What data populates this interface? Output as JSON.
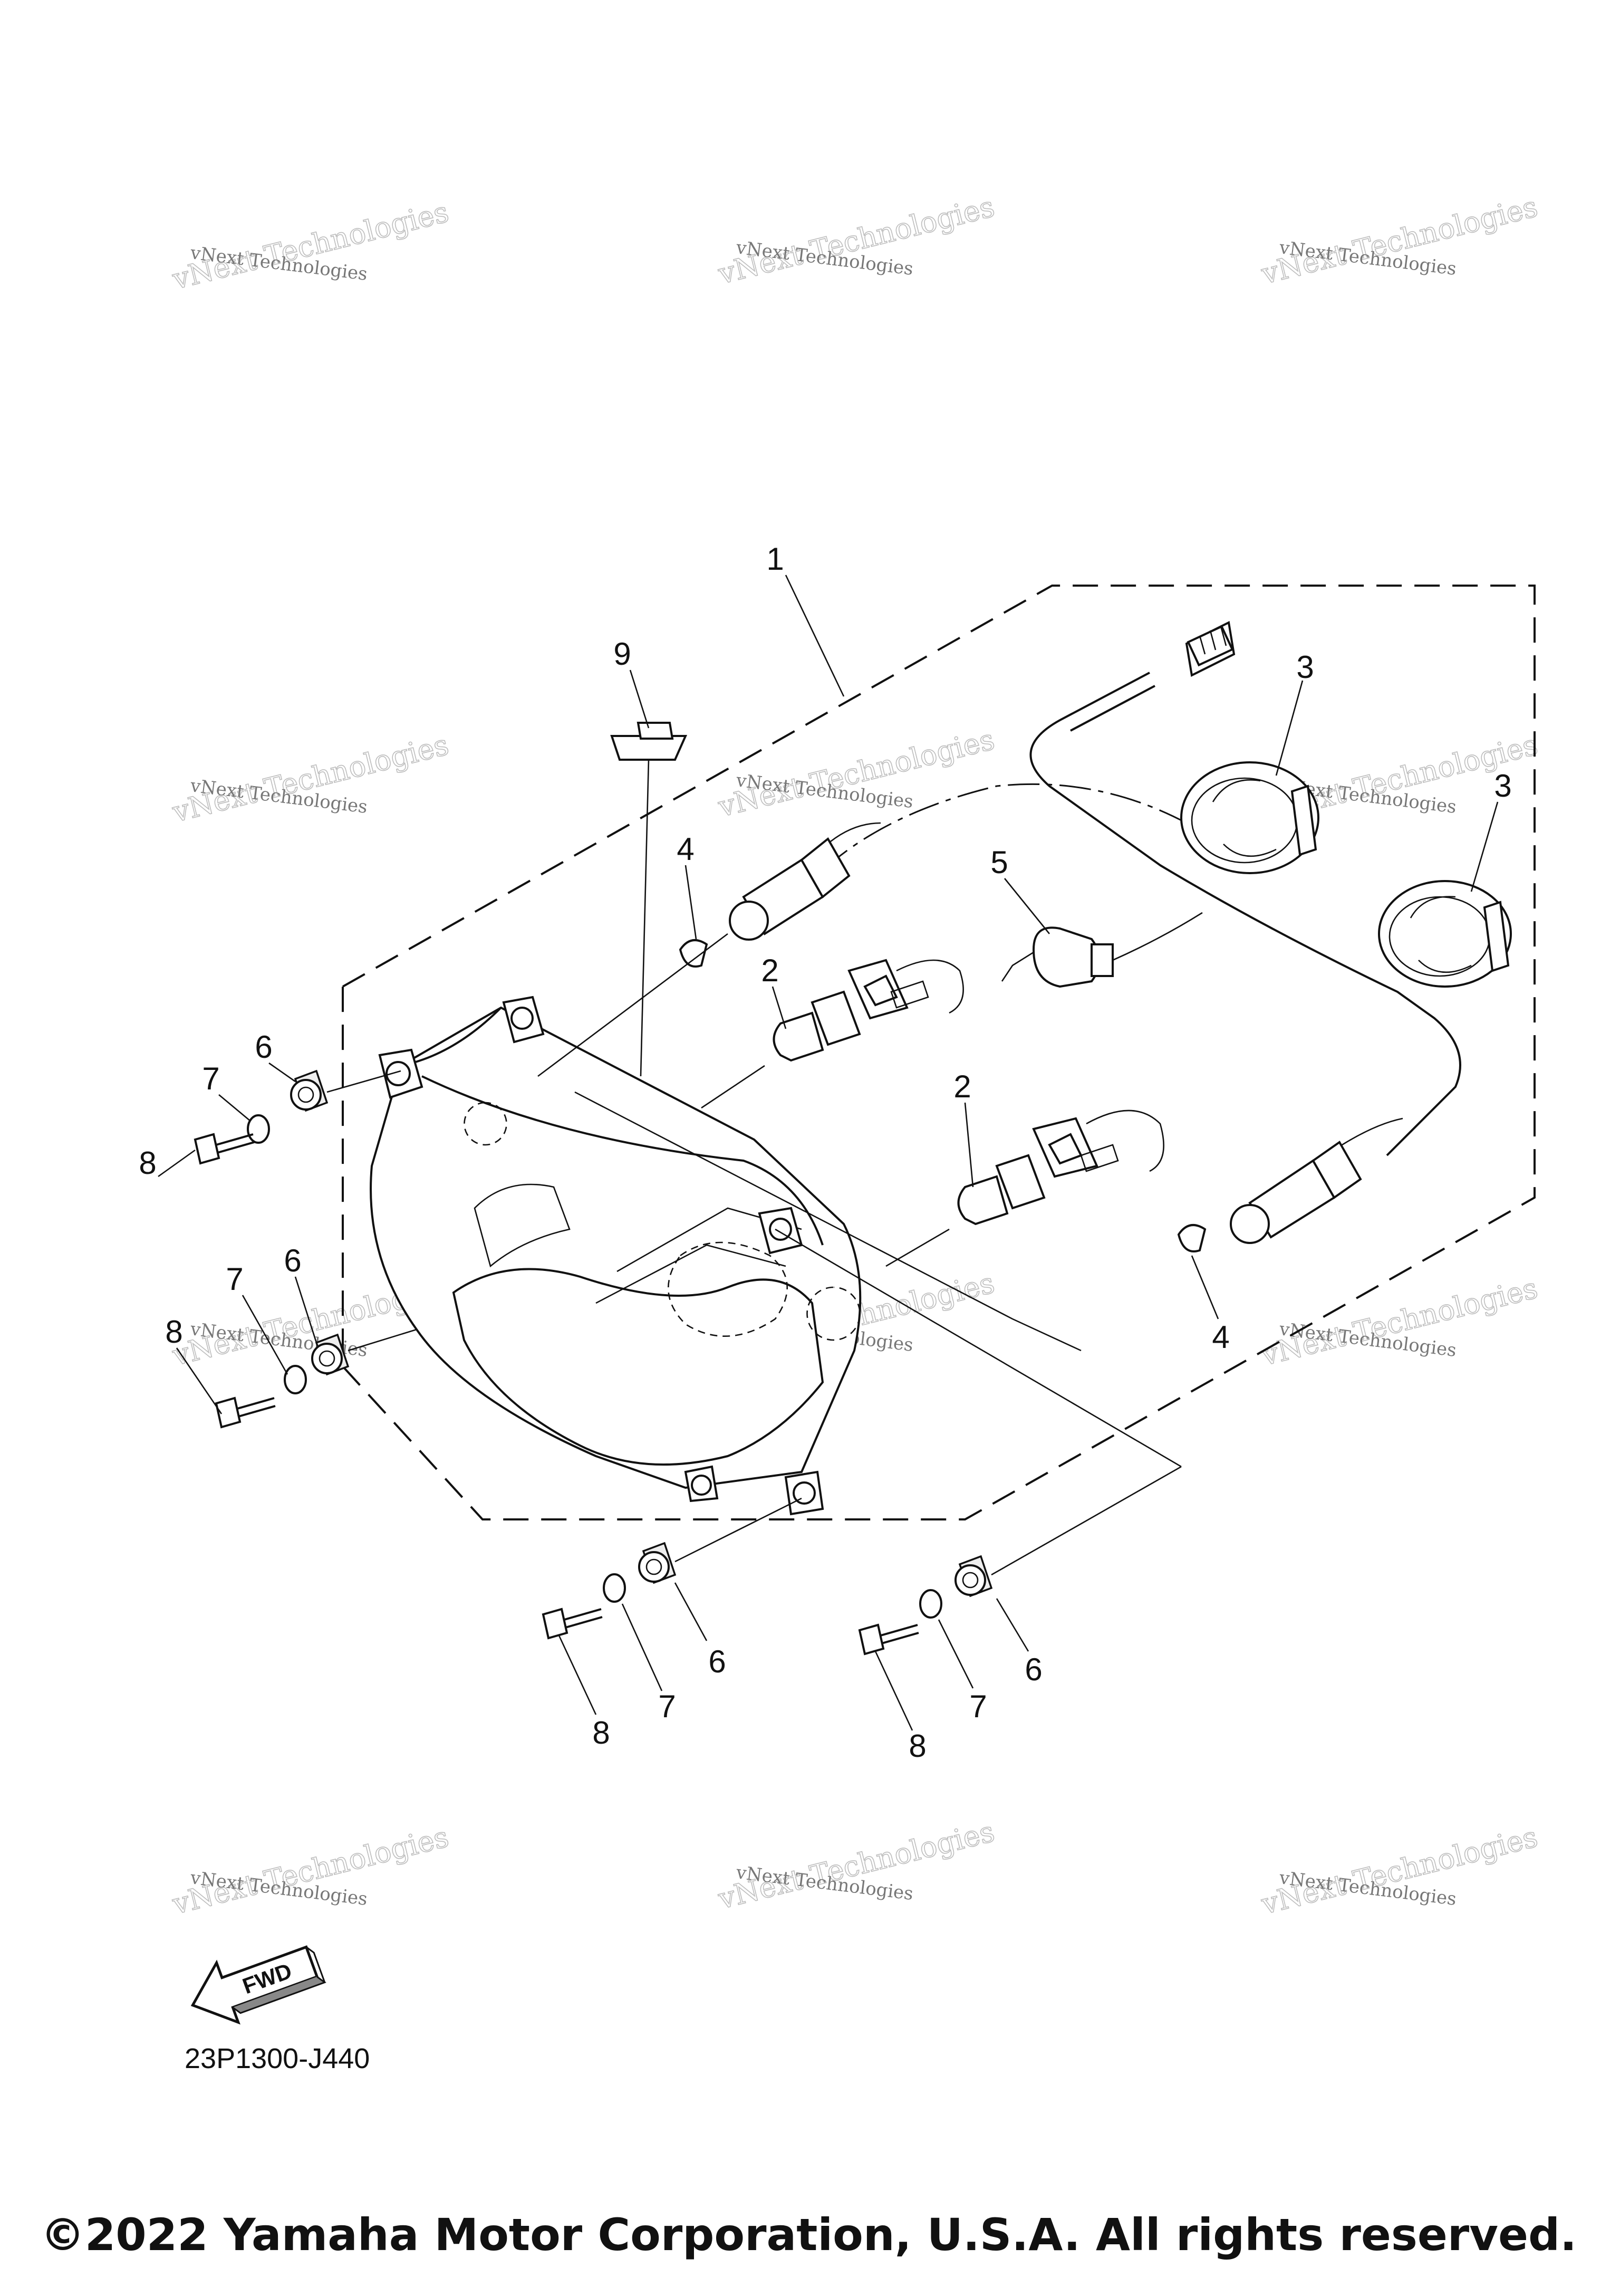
{
  "diagram": {
    "callouts": [
      {
        "label": "1"
      },
      {
        "label": "9"
      },
      {
        "label": "3"
      },
      {
        "label": "3"
      },
      {
        "label": "4"
      },
      {
        "label": "5"
      },
      {
        "label": "2"
      },
      {
        "label": "2"
      },
      {
        "label": "6"
      },
      {
        "label": "7"
      },
      {
        "label": "8"
      },
      {
        "label": "6"
      },
      {
        "label": "7"
      },
      {
        "label": "8"
      },
      {
        "label": "4"
      },
      {
        "label": "6"
      },
      {
        "label": "7"
      },
      {
        "label": "8"
      },
      {
        "label": "6"
      },
      {
        "label": "7"
      },
      {
        "label": "8"
      }
    ],
    "watermark": {
      "line1": "vNext Technologies",
      "line2": "vNext Technologies"
    },
    "fwd_label": "FWD",
    "part_code": "23P1300-J440",
    "copyright": "©2022 Yamaha Motor Corporation, U.S.A. All rights reserved."
  }
}
